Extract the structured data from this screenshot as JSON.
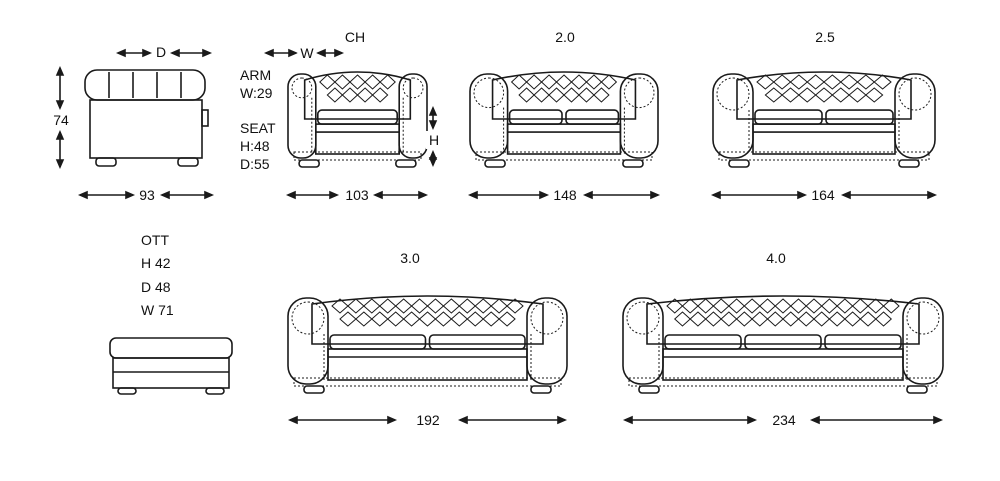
{
  "side_view": {
    "depth_label": "D",
    "height_value": "74",
    "depth_value": "93"
  },
  "chair": {
    "model": "CH",
    "width_label": "W",
    "height_label": "H",
    "width_value": "103",
    "seats": 1
  },
  "specs": {
    "arm_title": "ARM",
    "arm_width": "W:29",
    "seat_title": "SEAT",
    "seat_height": "H:48",
    "seat_depth": "D:55"
  },
  "sofa_2_0": {
    "model": "2.0",
    "width_value": "148",
    "seats": 2
  },
  "sofa_2_5": {
    "model": "2.5",
    "width_value": "164",
    "seats": 2
  },
  "ottoman": {
    "title": "OTT",
    "height": "H 42",
    "depth": "D 48",
    "width": "W 71"
  },
  "sofa_3_0": {
    "model": "3.0",
    "width_value": "192",
    "seats": 2
  },
  "sofa_4_0": {
    "model": "4.0",
    "width_value": "234",
    "seats": 3
  },
  "colors": {
    "line": "#1a1a1a",
    "background": "#ffffff"
  }
}
